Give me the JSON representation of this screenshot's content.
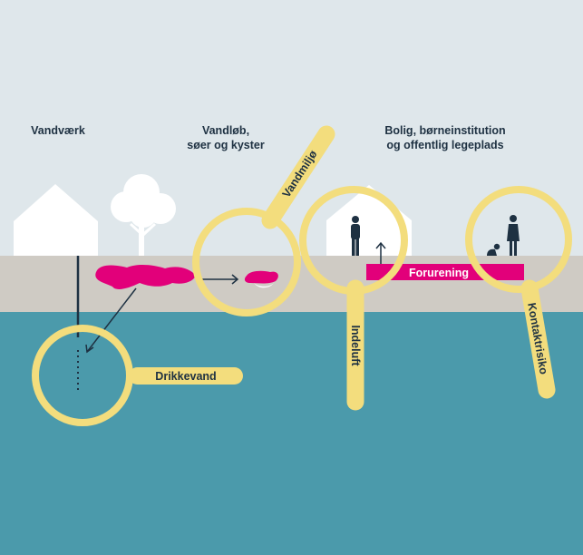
{
  "labels": {
    "waterworks": "Vandværk",
    "watercourses_line1": "Vandløb,",
    "watercourses_line2": "søer og kyster",
    "housing_line1": "Bolig, børneinstitution",
    "housing_line2": "og offentlig legeplads"
  },
  "lenses": {
    "drinking_water": "Drikkevand",
    "aquatic_environment": "Vandmiljø",
    "indoor_air": "Indeluft",
    "contact_risk": "Kontaktrisiko"
  },
  "pollution_label": "Forurening",
  "colors": {
    "sky": "#dfe7eb",
    "soil": "#cfcbc4",
    "groundwater": "#4b9aab",
    "lens": "#f3dd7d",
    "pollution": "#e2007a",
    "dark": "#1e3142",
    "white": "#ffffff"
  }
}
